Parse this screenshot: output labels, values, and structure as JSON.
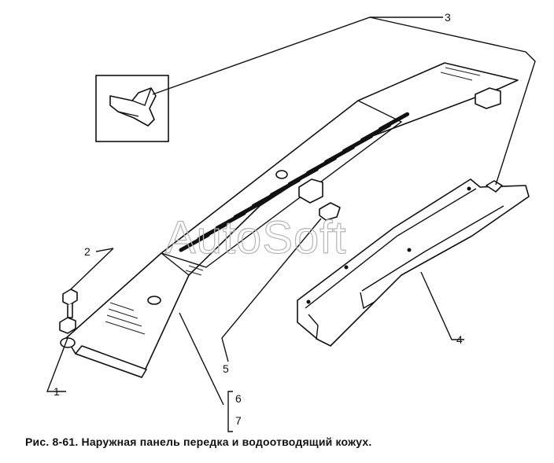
{
  "caption": "Рис. 8-61. Наружная панель передка и водоотводящий кожух.",
  "watermark": "AutoSoft",
  "callouts": {
    "c1": "1",
    "c2": "2",
    "c3": "3",
    "c4": "4",
    "c5": "5",
    "c6": "6",
    "c7": "7"
  }
}
